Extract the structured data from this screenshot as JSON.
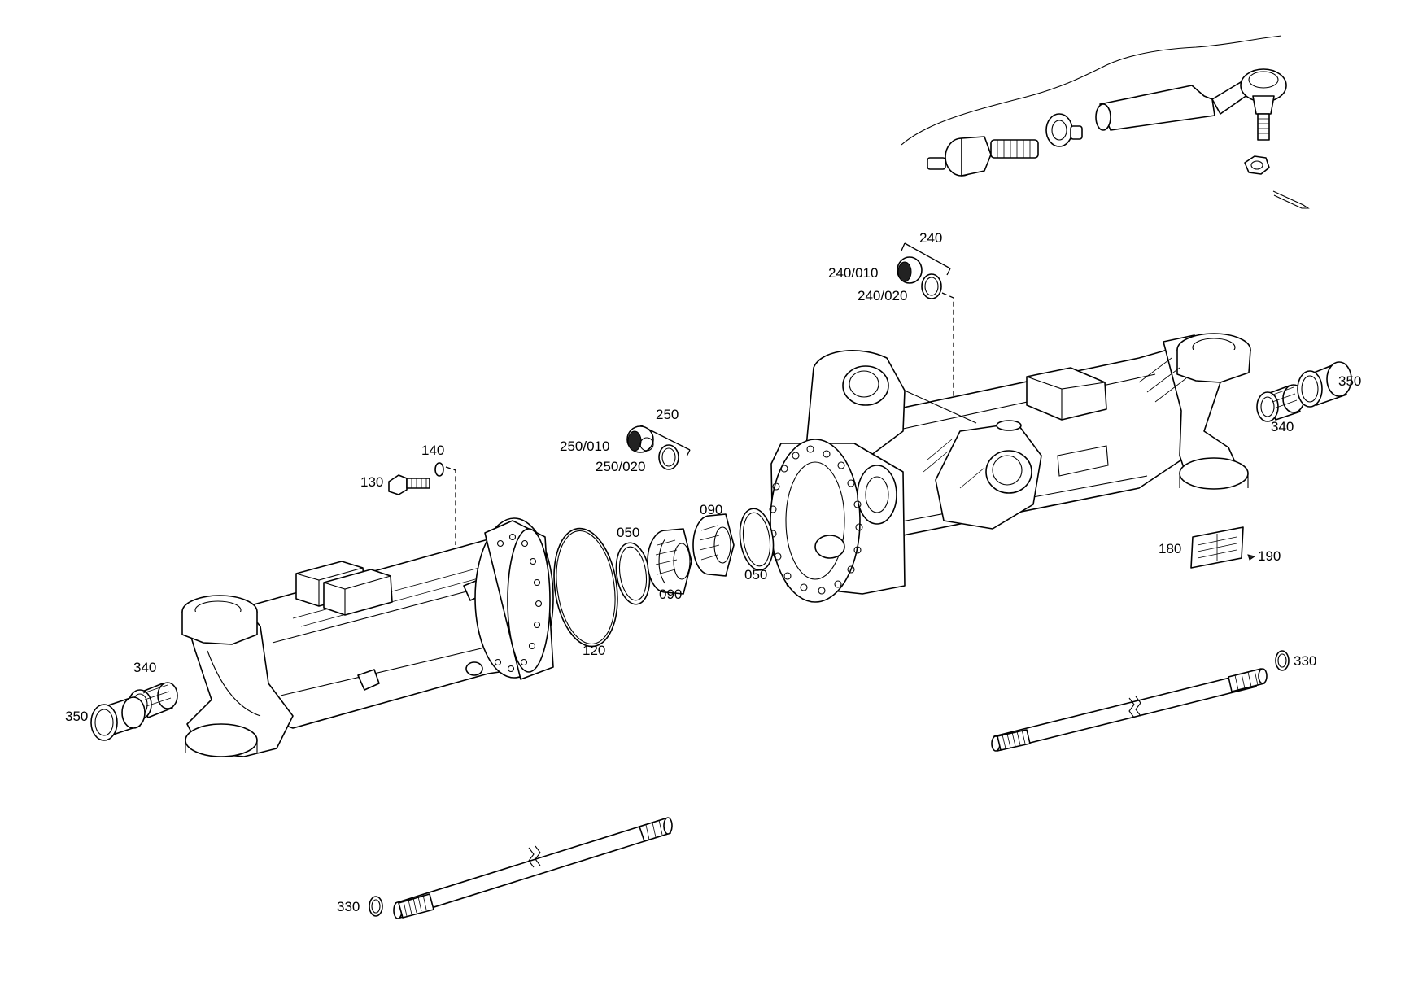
{
  "labels": {
    "p050a": "050",
    "p050b": "050",
    "p090a": "090",
    "p090b": "090",
    "p120": "120",
    "p130": "130",
    "p140": "140",
    "p180": "180",
    "p190": "190",
    "p240": "240",
    "p240_010": "240/010",
    "p240_020": "240/020",
    "p250": "250",
    "p250_010": "250/010",
    "p250_020": "250/020",
    "p330a": "330",
    "p330b": "330",
    "p340a": "340",
    "p340b": "340",
    "p350a": "350",
    "p350b": "350"
  }
}
